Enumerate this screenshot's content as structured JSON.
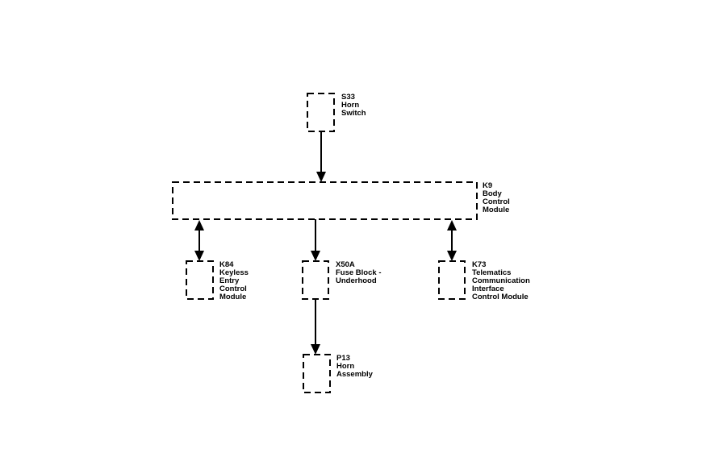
{
  "components": [
    {
      "id": "s33",
      "code": "S33",
      "name_lines": [
        "Horn",
        "Switch"
      ]
    },
    {
      "id": "k9",
      "code": "K9",
      "name_lines": [
        "Body",
        "Control",
        "Module"
      ]
    },
    {
      "id": "k84",
      "code": "K84",
      "name_lines": [
        "Keyless",
        "Entry",
        "Control",
        "Module"
      ]
    },
    {
      "id": "x50a",
      "code": "X50A",
      "name_lines": [
        "Fuse Block -",
        "Underhood"
      ]
    },
    {
      "id": "k73",
      "code": "K73",
      "name_lines": [
        "Telematics",
        "Communication",
        "Interface",
        "Control Module"
      ]
    },
    {
      "id": "p13",
      "code": "P13",
      "name_lines": [
        "Horn",
        "Assembly"
      ]
    }
  ],
  "connections": [
    {
      "from": "S33",
      "to": "K9",
      "direction": "one-way"
    },
    {
      "from": "K9",
      "to": "K84",
      "direction": "two-way"
    },
    {
      "from": "K9",
      "to": "X50A",
      "direction": "one-way"
    },
    {
      "from": "K9",
      "to": "K73",
      "direction": "two-way"
    },
    {
      "from": "X50A",
      "to": "P13",
      "direction": "one-way"
    }
  ]
}
